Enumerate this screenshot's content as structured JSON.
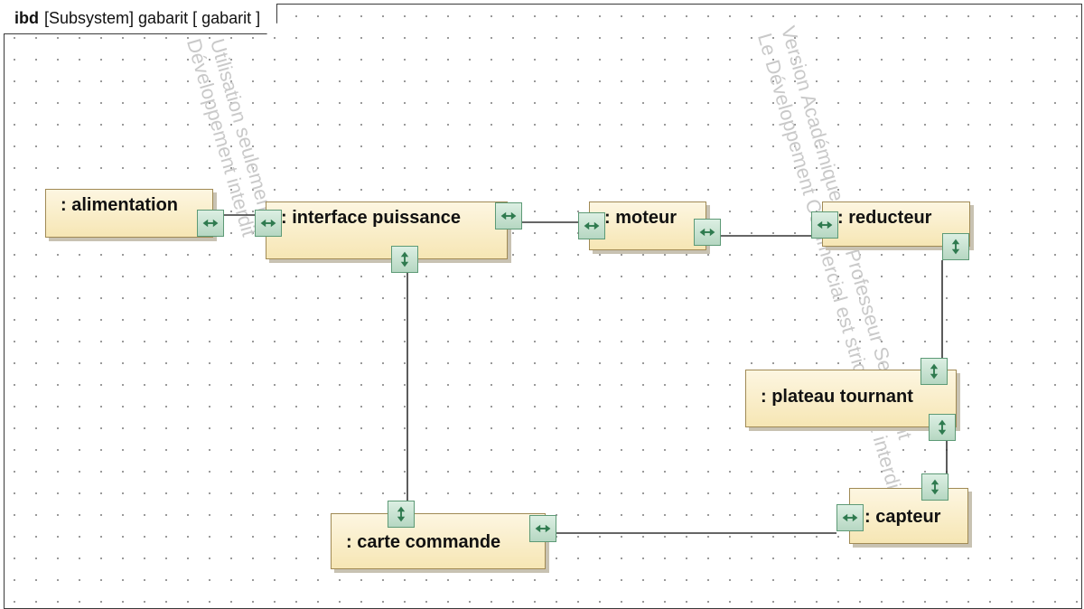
{
  "diagram": {
    "title_keyword": "ibd",
    "title_stereotype": "[Subsystem]",
    "title_name": "gabarit",
    "title_type": "[ gabarit ]"
  },
  "parts": {
    "alimentation": ": alimentation",
    "interface_puissance": ": interface puissance",
    "moteur": ": moteur",
    "reducteur": ": reducteur",
    "plateau_tournant": ": plateau tournant",
    "carte_commande": ": carte commande",
    "capteur": ": capteur"
  },
  "port_icons": {
    "horizontal": "double-arrow-horizontal-icon",
    "vertical": "double-arrow-vertical-icon"
  },
  "watermarks": {
    "left_line1": "Utilisation seulement",
    "left_line2": "Développement interdit",
    "right_line1": "Version Académique pour Professeur Seulement",
    "right_line2": "Le Développement Commercial est strictement interdit"
  },
  "colors": {
    "part_fill_top": "#fdf6e1",
    "part_fill_bottom": "#f6e6b4",
    "port_fill": "#c8e3d1",
    "port_border": "#5d9a76",
    "connector": "#333333"
  }
}
